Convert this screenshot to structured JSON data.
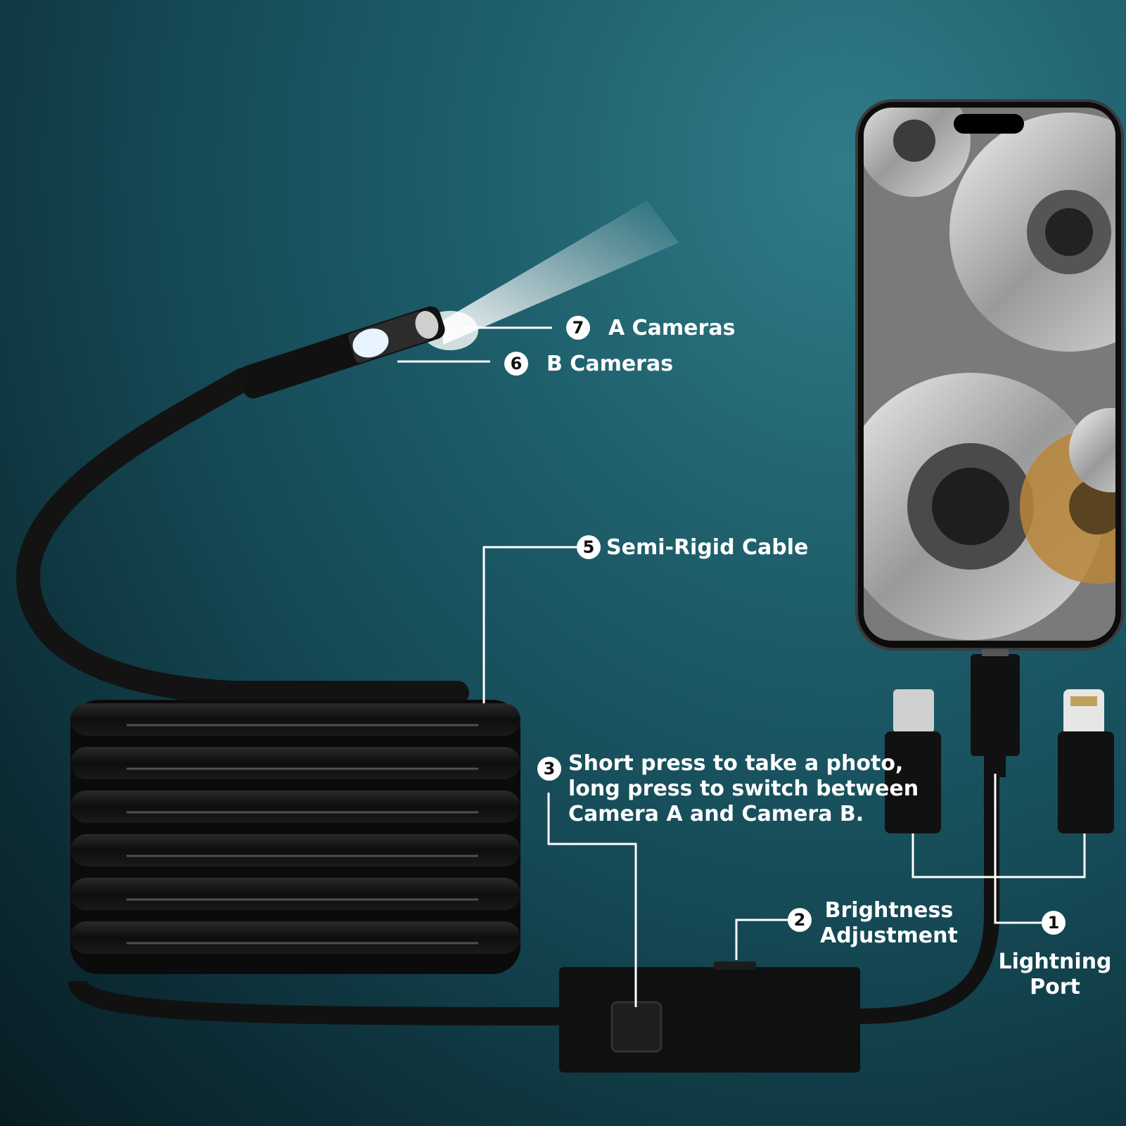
{
  "callouts": {
    "a_cameras": {
      "num": "7",
      "text": "A Cameras"
    },
    "b_cameras": {
      "num": "6",
      "text": "B Cameras"
    },
    "cable": {
      "num": "5",
      "text": "Semi-Rigid Cable"
    },
    "button": {
      "num": "3",
      "lines": [
        "Short press to take a photo,",
        "long press to switch between",
        "Camera A and Camera B."
      ]
    },
    "brightness": {
      "num": "2",
      "lines": [
        "Brightness",
        "Adjustment"
      ]
    },
    "port": {
      "num": "1",
      "lines": [
        "Lightning",
        "Port"
      ]
    }
  },
  "icons": {
    "probe": "camera-probe-icon",
    "phone": "smartphone-icon",
    "gears": "gears-image",
    "cable": "coiled-cable",
    "control": "control-box",
    "adapters": [
      "micro-usb-adapter",
      "usb-c-connector",
      "lightning-adapter"
    ]
  },
  "colors": {
    "background": "#1c5a66",
    "cable": "#141414",
    "label_text": "#ffffff",
    "badge_fill": "#ffffff",
    "gold_gear": "#b8863a"
  }
}
